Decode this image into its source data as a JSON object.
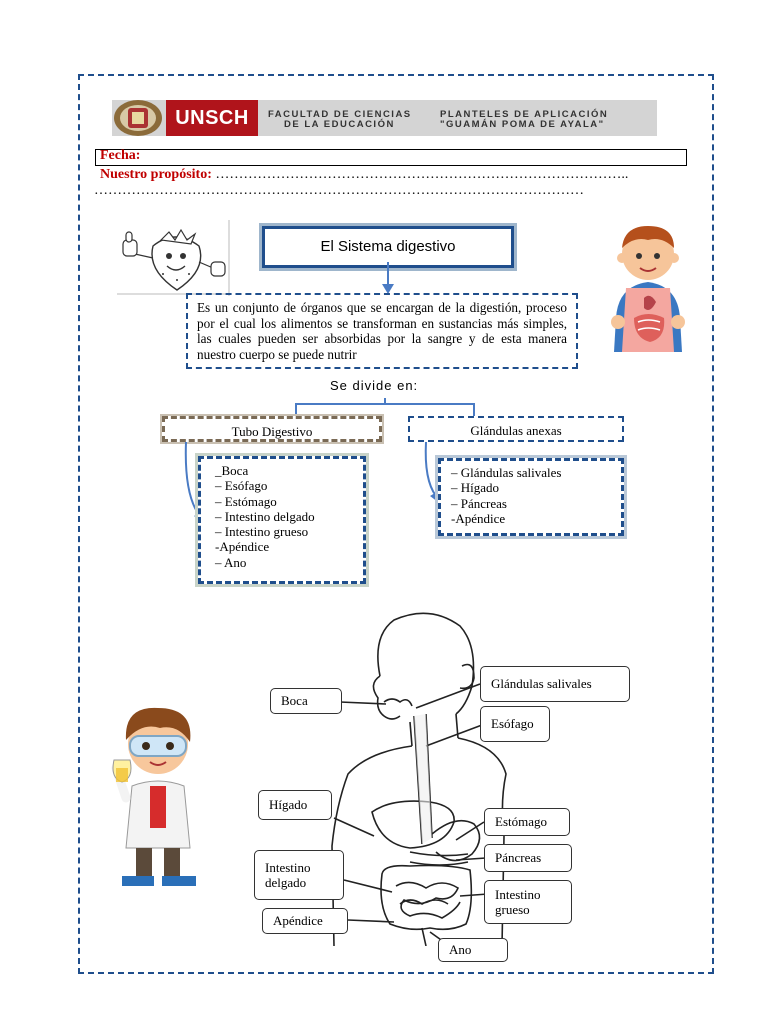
{
  "header": {
    "institution": "UNSCH",
    "faculty_line1": "FACULTAD DE CIENCIAS",
    "faculty_line2": "DE LA EDUCACIÓN",
    "school_line1": "PLANTELES DE APLICACIÓN",
    "school_line2": "\"GUAMÁN POMA DE AYALA\""
  },
  "form": {
    "fecha_label": "Fecha:",
    "proposito_label": "Nuestro propósito",
    "proposito_colon": ":",
    "proposito_dots": "……………………………………………………………………………..",
    "proposito_dots2": "……………………………………………………………………………………………"
  },
  "content": {
    "title": "El Sistema digestivo",
    "description": "Es un conjunto de órganos que se encargan de la digestión, proceso por el cual los alimentos se transforman en sustancias más simples, las cuales pueden ser absorbidas por la sangre y de esta manera nuestro cuerpo se puede nutrir",
    "divide_label": "Se divide en:",
    "categories": [
      {
        "name": "Tubo Digestivo",
        "items": [
          "_Boca",
          "– Esófago",
          "– Estómago",
          "– Intestino delgado",
          "– Intestino grueso",
          "-Apéndice",
          "– Ano"
        ]
      },
      {
        "name": "Glándulas anexas",
        "items": [
          "– Glándulas salivales",
          "– Hígado",
          "– Páncreas",
          "-Apéndice"
        ]
      }
    ]
  },
  "diagram": {
    "labels": {
      "boca": "Boca",
      "glandulas": "Glándulas salivales",
      "esofago": "Esófago",
      "higado": "Hígado",
      "estomago": "Estómago",
      "pancreas": "Páncreas",
      "intestino_delgado_1": "Intestino",
      "intestino_delgado_2": "delgado",
      "intestino_grueso_1": "Intestino",
      "intestino_grueso_2": "grueso",
      "apendice": "Apéndice",
      "ano": "Ano"
    }
  },
  "colors": {
    "frame": "#1f4e8c",
    "accent_red": "#c00000",
    "brand": "#b0141b",
    "arrow": "#4a7bc4"
  }
}
